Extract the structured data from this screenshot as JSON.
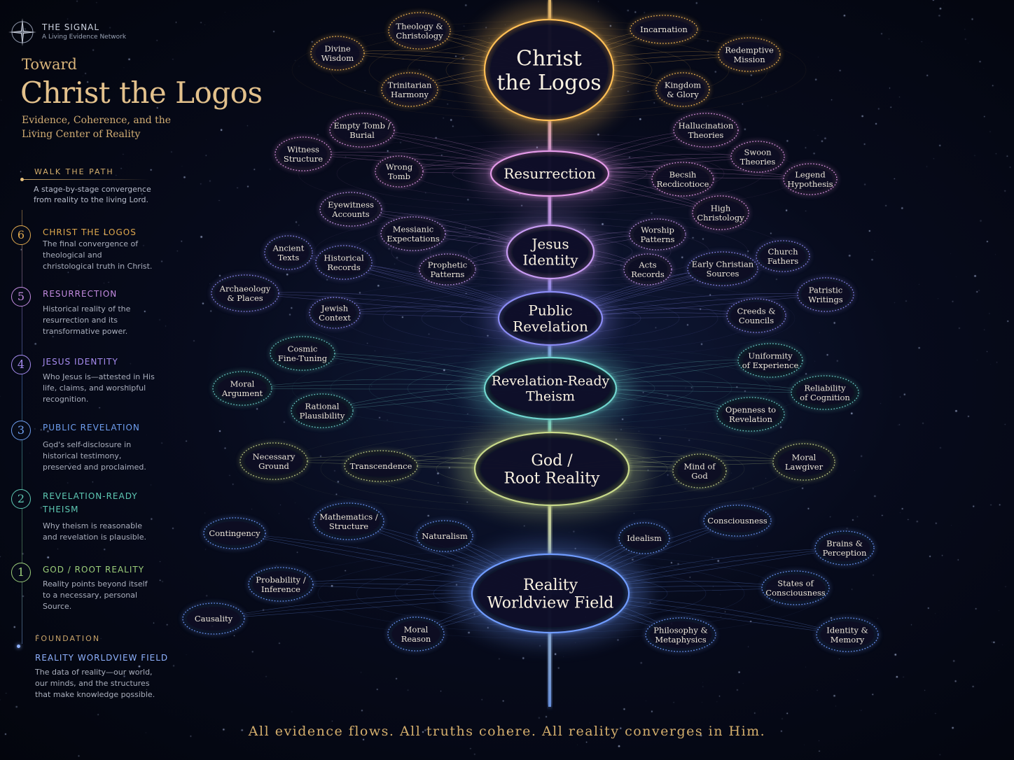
{
  "brand": {
    "name": "THE SIGNAL",
    "tagline": "A Living Evidence Network"
  },
  "heading": {
    "pre": "Toward",
    "title": "Christ the Logos",
    "subtitle": "Evidence, Coherence, and the Living Center of Reality"
  },
  "walk": {
    "label": "WALK THE PATH",
    "desc": "A stage-by-stage convergence from reality to the living Lord."
  },
  "steps": [
    {
      "num": "6",
      "head": "CHRIST THE LOGOS",
      "desc": "The final convergence of theological and christological truth in Christ.",
      "color": "#e0a94e"
    },
    {
      "num": "5",
      "head": "RESURRECTION",
      "desc": "Historical reality of the resurrection and its transformative power.",
      "color": "#c38be0"
    },
    {
      "num": "4",
      "head": "JESUS IDENTITY",
      "desc": "Who Jesus is—attested in His life, claims, and worshipful recognition.",
      "color": "#a78cf0"
    },
    {
      "num": "3",
      "head": "PUBLIC REVELATION",
      "desc": "God's self-disclosure in historical testimony, preserved and proclaimed.",
      "color": "#6f9ff0"
    },
    {
      "num": "2",
      "head": "REVELATION-READY THEISM",
      "desc": "Why theism is reasonable and revelation is plausible.",
      "color": "#5ec9b4"
    },
    {
      "num": "1",
      "head": "GOD / ROOT REALITY",
      "desc": "Reality points beyond itself to a necessary, personal Source.",
      "color": "#9ccf7a"
    }
  ],
  "foundation": {
    "label": "FOUNDATION",
    "head": "REALITY WORLDVIEW FIELD",
    "desc": "The data of reality—our world, our minds, and the structures that make knowledge possible."
  },
  "motto": "All evidence flows. All truths cohere. All reality converges in Him.",
  "hubs": [
    {
      "id": "christ",
      "lines": [
        "Christ",
        "the Logos"
      ],
      "color": "#ffbf55"
    },
    {
      "id": "resurrection",
      "lines": [
        "Resurrection"
      ],
      "color": "#e49ae8"
    },
    {
      "id": "jesus",
      "lines": [
        "Jesus",
        "Identity"
      ],
      "color": "#c79bf2"
    },
    {
      "id": "public",
      "lines": [
        "Public",
        "Revelation"
      ],
      "color": "#8b8cf5"
    },
    {
      "id": "theism",
      "lines": [
        "Revelation-Ready",
        "Theism"
      ],
      "color": "#6fd6cf"
    },
    {
      "id": "god",
      "lines": [
        "God /",
        "Root Reality"
      ],
      "color": "#c8d98a"
    },
    {
      "id": "reality",
      "lines": [
        "Reality",
        "Worldview Field"
      ],
      "color": "#6f9cff"
    }
  ],
  "nodes": [
    {
      "hub": "christ",
      "lines": [
        "Theology &",
        "Christology"
      ]
    },
    {
      "hub": "christ",
      "lines": [
        "Divine",
        "Wisdom"
      ]
    },
    {
      "hub": "christ",
      "lines": [
        "Trinitarian",
        "Harmony"
      ]
    },
    {
      "hub": "christ",
      "lines": [
        "Incarnation"
      ]
    },
    {
      "hub": "christ",
      "lines": [
        "Redemptive",
        "Mission"
      ]
    },
    {
      "hub": "christ",
      "lines": [
        "Kingdom",
        "& Glory"
      ]
    },
    {
      "hub": "resurrection",
      "lines": [
        "Empty Tomb /",
        "Burial"
      ]
    },
    {
      "hub": "resurrection",
      "lines": [
        "Witness",
        "Structure"
      ]
    },
    {
      "hub": "resurrection",
      "lines": [
        "Wrong",
        "Tomb"
      ]
    },
    {
      "hub": "resurrection",
      "lines": [
        "Hallucination",
        "Theories"
      ]
    },
    {
      "hub": "resurrection",
      "lines": [
        "Swoon",
        "Theories"
      ]
    },
    {
      "hub": "resurrection",
      "lines": [
        "Legend",
        "Hypothesis"
      ]
    },
    {
      "hub": "resurrection",
      "lines": [
        "Becsih",
        "Recdicotioce"
      ]
    },
    {
      "hub": "resurrection",
      "lines": [
        "High",
        "Christology"
      ]
    },
    {
      "hub": "jesus",
      "lines": [
        "Eyewitness",
        "Accounts"
      ]
    },
    {
      "hub": "jesus",
      "lines": [
        "Messianic",
        "Expectations"
      ]
    },
    {
      "hub": "jesus",
      "lines": [
        "Prophetic",
        "Patterns"
      ]
    },
    {
      "hub": "jesus",
      "lines": [
        "Worship",
        "Patterns"
      ]
    },
    {
      "hub": "jesus",
      "lines": [
        "Acts",
        "Records"
      ]
    },
    {
      "hub": "public",
      "lines": [
        "Ancient",
        "Texts"
      ]
    },
    {
      "hub": "public",
      "lines": [
        "Historical",
        "Records"
      ]
    },
    {
      "hub": "public",
      "lines": [
        "Archaeology",
        "& Places"
      ]
    },
    {
      "hub": "public",
      "lines": [
        "Jewish",
        "Context"
      ]
    },
    {
      "hub": "public",
      "lines": [
        "Early Christian",
        "Sources"
      ]
    },
    {
      "hub": "public",
      "lines": [
        "Church",
        "Fathers"
      ]
    },
    {
      "hub": "public",
      "lines": [
        "Patristic",
        "Writings"
      ]
    },
    {
      "hub": "public",
      "lines": [
        "Creeds &",
        "Councils"
      ]
    },
    {
      "hub": "theism",
      "lines": [
        "Cosmic",
        "Fine-Tuning"
      ]
    },
    {
      "hub": "theism",
      "lines": [
        "Moral",
        "Argument"
      ]
    },
    {
      "hub": "theism",
      "lines": [
        "Rational",
        "Plausibility"
      ]
    },
    {
      "hub": "theism",
      "lines": [
        "Uniformity",
        "of Experience"
      ]
    },
    {
      "hub": "theism",
      "lines": [
        "Reliability",
        "of Cognition"
      ]
    },
    {
      "hub": "theism",
      "lines": [
        "Openness to",
        "Revelation"
      ]
    },
    {
      "hub": "god",
      "lines": [
        "Necessary",
        "Ground"
      ]
    },
    {
      "hub": "god",
      "lines": [
        "Transcendence"
      ]
    },
    {
      "hub": "god",
      "lines": [
        "Mind of",
        "God"
      ]
    },
    {
      "hub": "god",
      "lines": [
        "Moral",
        "Lawgiver"
      ]
    },
    {
      "hub": "reality",
      "lines": [
        "Contingency"
      ]
    },
    {
      "hub": "reality",
      "lines": [
        "Mathematics /",
        "Structure"
      ]
    },
    {
      "hub": "reality",
      "lines": [
        "Naturalism"
      ]
    },
    {
      "hub": "reality",
      "lines": [
        "Idealism"
      ]
    },
    {
      "hub": "reality",
      "lines": [
        "Consciousness"
      ]
    },
    {
      "hub": "reality",
      "lines": [
        "Brains &",
        "Perception"
      ]
    },
    {
      "hub": "reality",
      "lines": [
        "Probability /",
        "Inference"
      ]
    },
    {
      "hub": "reality",
      "lines": [
        "Causality"
      ]
    },
    {
      "hub": "reality",
      "lines": [
        "Moral",
        "Reason"
      ]
    },
    {
      "hub": "reality",
      "lines": [
        "Philosophy &",
        "Metaphysics"
      ]
    },
    {
      "hub": "reality",
      "lines": [
        "States of",
        "Consciousness"
      ]
    },
    {
      "hub": "reality",
      "lines": [
        "Identity &",
        "Memory"
      ]
    }
  ]
}
